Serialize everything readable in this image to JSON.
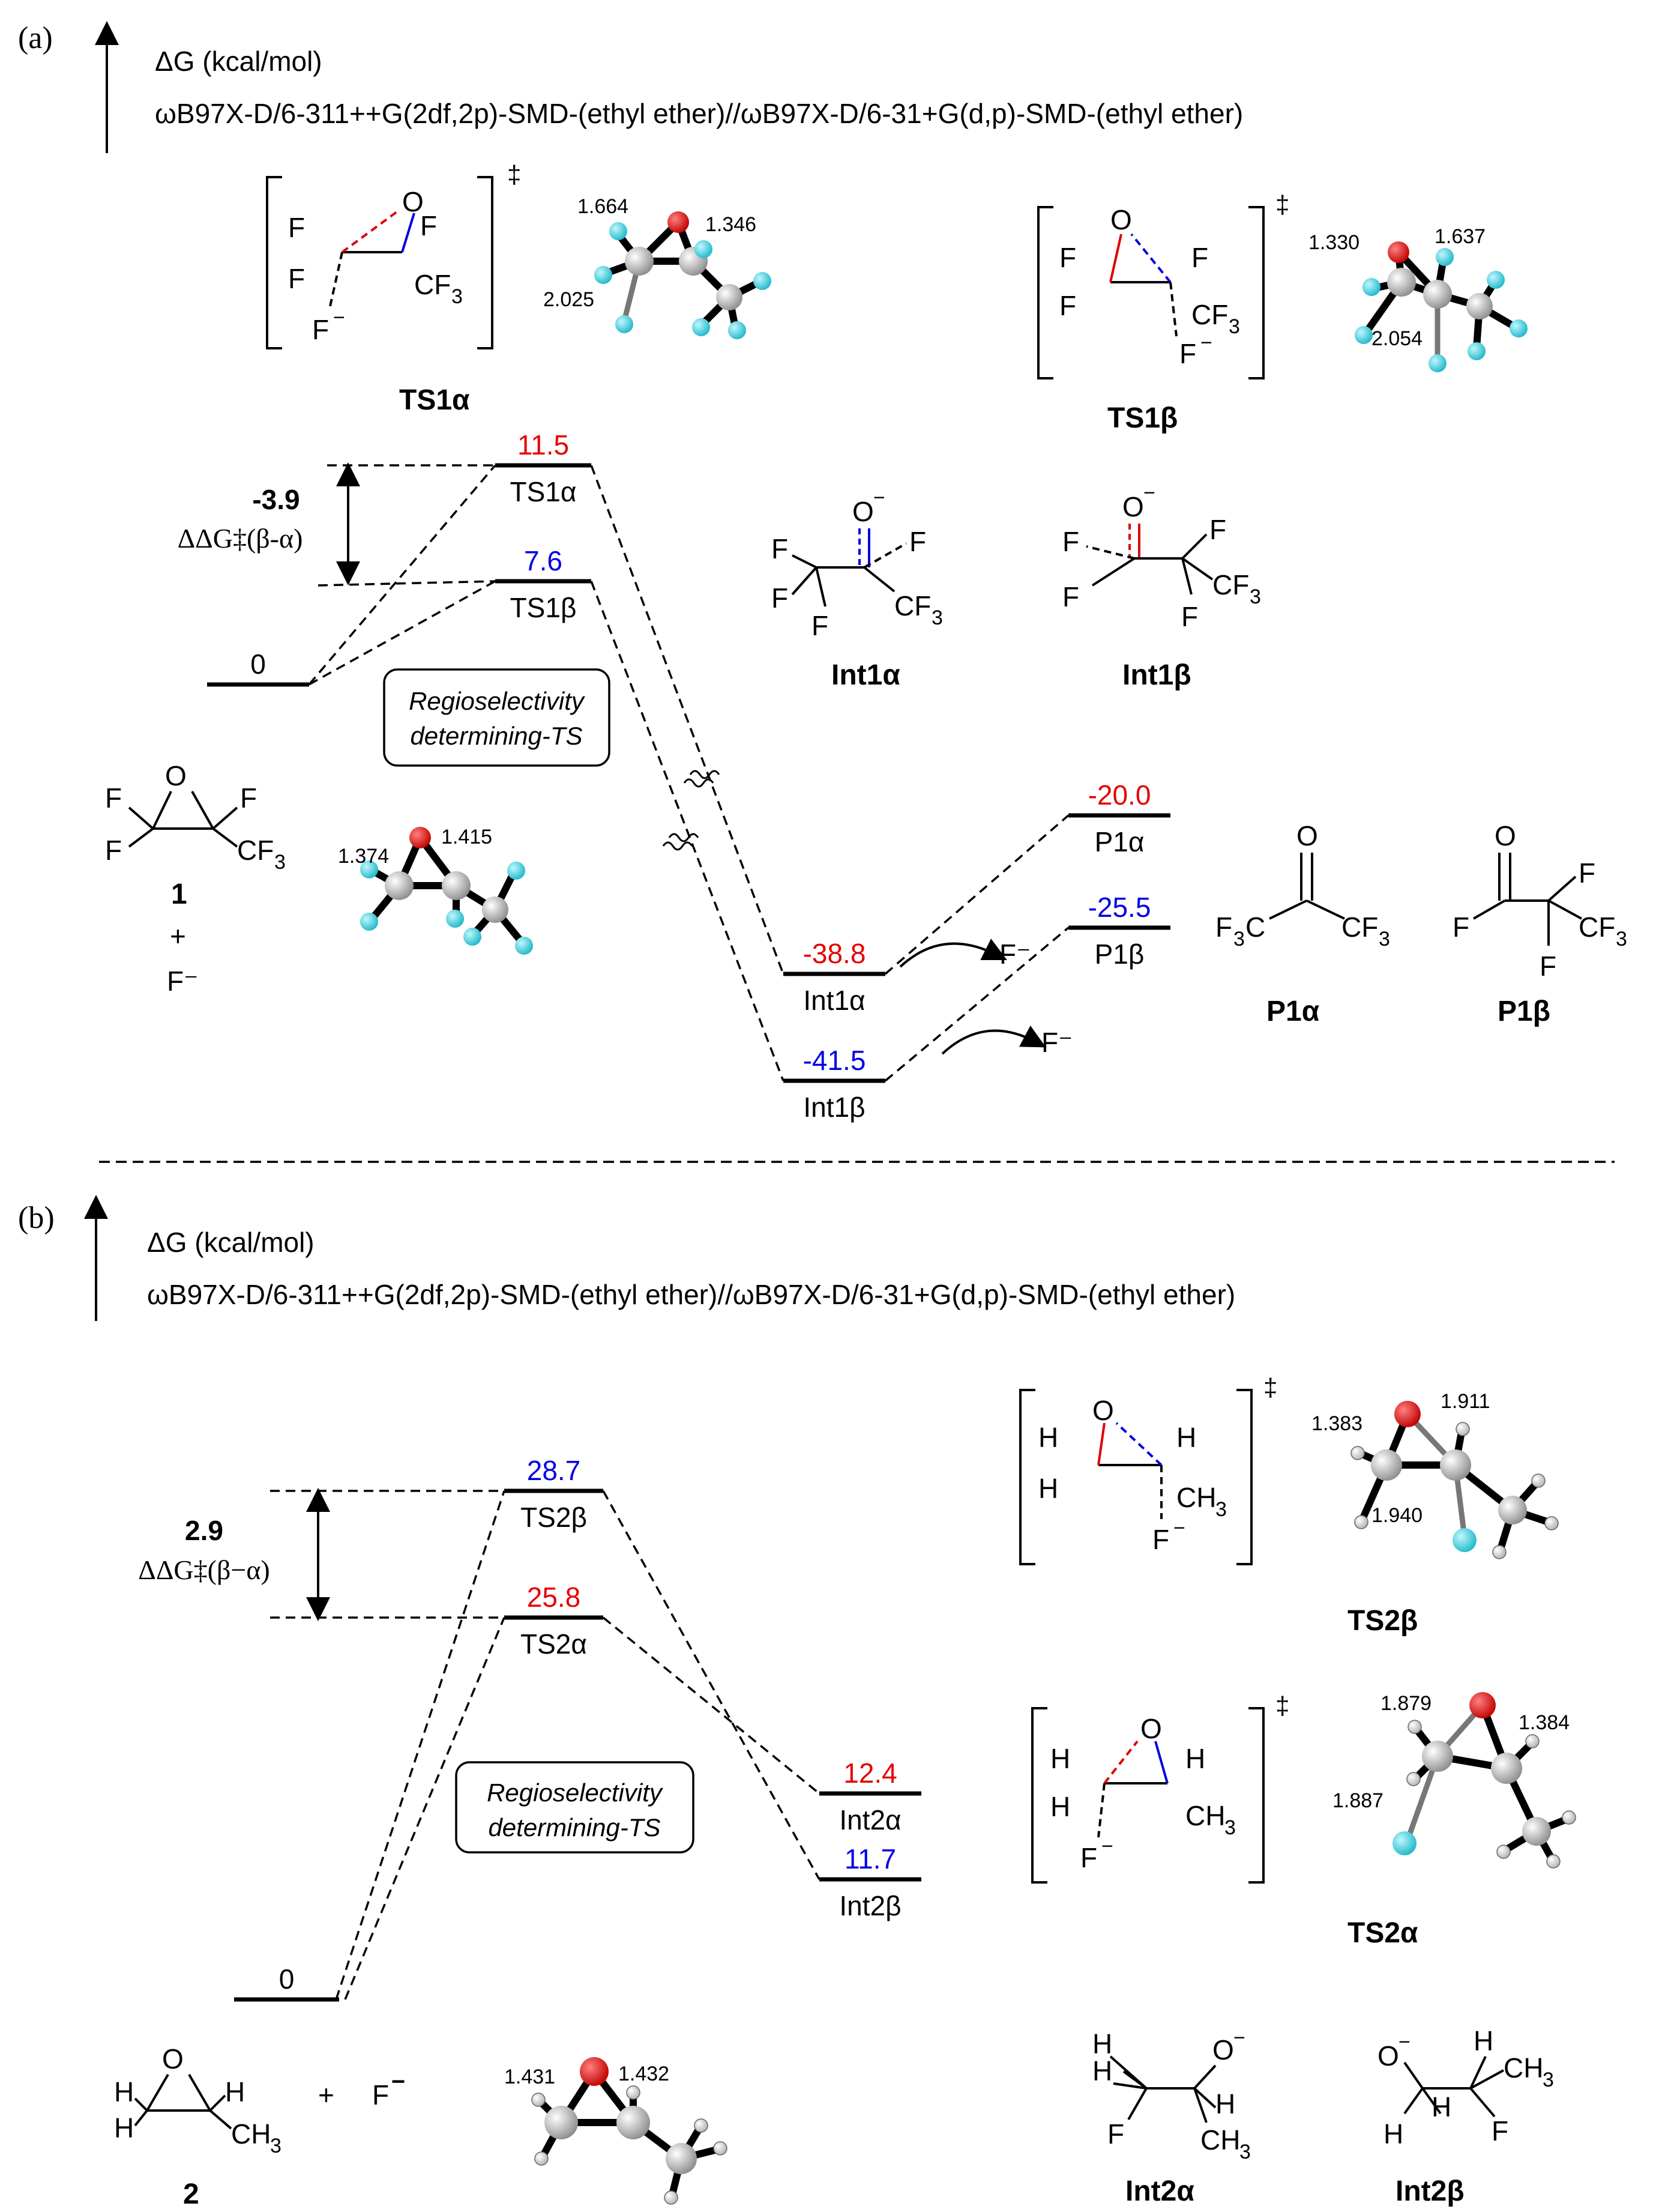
{
  "panel_a": {
    "label": "(a)",
    "axis": "ΔG (kcal/mol)",
    "method": "ωB97X-D/6-311++G(2df,2p)-SMD-(ethyl ether)//ωB97X-D/6-31+G(d,p)-SMD-(ethyl ether)",
    "delta": {
      "value": "-3.9",
      "label": "ΔΔG‡(β-α)",
      "color": "#e60000"
    },
    "regio_box": [
      "Regioselectivity",
      "determining-TS"
    ],
    "levels": [
      {
        "id": "r1",
        "energy": 0,
        "value": "0",
        "name": "",
        "value_color": "#000000"
      },
      {
        "id": "ts1a",
        "energy": 11.5,
        "value": "11.5",
        "name": "TS1α",
        "value_color": "#e60000"
      },
      {
        "id": "ts1b",
        "energy": 7.6,
        "value": "7.6",
        "name": "TS1β",
        "value_color": "#0000e6"
      },
      {
        "id": "int1a",
        "energy": -38.8,
        "value": "-38.8",
        "name": "Int1α",
        "value_color": "#e60000"
      },
      {
        "id": "int1b",
        "energy": -41.5,
        "value": "-41.5",
        "name": "Int1β",
        "value_color": "#0000e6"
      },
      {
        "id": "p1a",
        "energy": -20.0,
        "value": "-20.0",
        "name": "P1α",
        "value_color": "#e60000"
      },
      {
        "id": "p1b",
        "energy": -25.5,
        "value": "-25.5",
        "name": "P1β",
        "value_color": "#0000e6"
      }
    ],
    "structures": {
      "ts1a_label": "TS1α",
      "ts1b_label": "TS1β",
      "int1a_label": "Int1α",
      "int1b_label": "Int1β",
      "p1a_label": "P1α",
      "p1b_label": "P1β",
      "reactant_label": "1",
      "plus": "+",
      "fluoride": "F⁻",
      "dagger": "‡",
      "bonds_ts1a": [
        "1.664",
        "1.346",
        "2.025"
      ],
      "bonds_ts1b": [
        "1.330",
        "1.637",
        "2.054"
      ],
      "bonds_1": [
        "1.374",
        "1.415"
      ]
    }
  },
  "panel_b": {
    "label": "(b)",
    "axis": "ΔG (kcal/mol)",
    "method": "ωB97X-D/6-311++G(2df,2p)-SMD-(ethyl ether)//ωB97X-D/6-31+G(d,p)-SMD-(ethyl ether)",
    "delta": {
      "value": "2.9",
      "label": "ΔΔG‡(β−α)",
      "color": "#e60000"
    },
    "regio_box": [
      "Regioselectivity",
      "determining-TS"
    ],
    "levels": [
      {
        "id": "r2",
        "energy": 0,
        "value": "0",
        "name": "",
        "value_color": "#000000"
      },
      {
        "id": "ts2b",
        "energy": 28.7,
        "value": "28.7",
        "name": "TS2β",
        "value_color": "#0000e6"
      },
      {
        "id": "ts2a",
        "energy": 25.8,
        "value": "25.8",
        "name": "TS2α",
        "value_color": "#e60000"
      },
      {
        "id": "int2a",
        "energy": 12.4,
        "value": "12.4",
        "name": "Int2α",
        "value_color": "#e60000"
      },
      {
        "id": "int2b",
        "energy": 11.7,
        "value": "11.7",
        "name": "Int2β",
        "value_color": "#0000e6"
      }
    ],
    "structures": {
      "ts2b_label": "TS2β",
      "ts2a_label": "TS2α",
      "int2a_label": "Int2α",
      "int2b_label": "Int2β",
      "reactant_label": "2",
      "plus": "+",
      "fluoride": "F",
      "fluoride_charge": "−",
      "dagger": "‡",
      "bonds_ts2b": [
        "1.383",
        "1.911",
        "1.940"
      ],
      "bonds_ts2a": [
        "1.879",
        "1.384",
        "1.887"
      ],
      "bonds_2": [
        "1.431",
        "1.432"
      ]
    }
  },
  "colors": {
    "oxygen": "#e00000",
    "fluorine": "#33d6e6",
    "carbon": "#bfbfbf",
    "hydrogen": "#ffffff"
  }
}
